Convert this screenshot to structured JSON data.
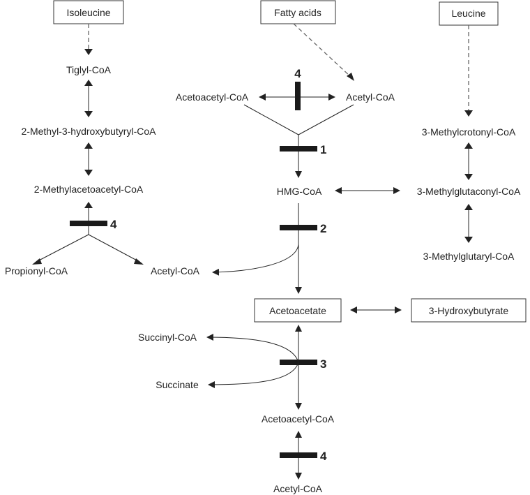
{
  "title": "Ketone body metabolism pathway",
  "sources": {
    "isoleucine": "Isoleucine",
    "fatty_acids": "Fatty acids",
    "leucine": "Leucine"
  },
  "left_branch": {
    "tiglyl": "Tiglyl-CoA",
    "methylhydroxybutyryl": "2-Methyl-3-hydroxybutyryl-CoA",
    "methylacetoacetyl": "2-Methylacetoacetyl-CoA",
    "propionyl": "Propionyl-CoA",
    "acetyl": "Acetyl-CoA",
    "enzyme": "4"
  },
  "center": {
    "acetoacetyl_top": "Acetoacetyl-CoA",
    "acetyl_top": "Acetyl-CoA",
    "enzyme_top": "4",
    "enzyme_1": "1",
    "hmg": "HMG-CoA",
    "enzyme_2": "2",
    "acetoacetate": "Acetoacetate",
    "hydroxybutyrate": "3-Hydroxybutyrate",
    "succinyl": "Succinyl-CoA",
    "succinate": "Succinate",
    "enzyme_3": "3",
    "acetoacetyl_bottom": "Acetoacetyl-CoA",
    "enzyme_bottom": "4",
    "acetyl_bottom": "Acetyl-CoA"
  },
  "right_branch": {
    "methylcrotonyl": "3-Methylcrotonyl-CoA",
    "methylglutaconyl": "3-Methylglutaconyl-CoA",
    "methylglutaryl": "3-Methylglutaryl-CoA"
  },
  "colors": {
    "ink": "#222222",
    "grey_arrow": "#777777",
    "dashed": "#666666"
  }
}
